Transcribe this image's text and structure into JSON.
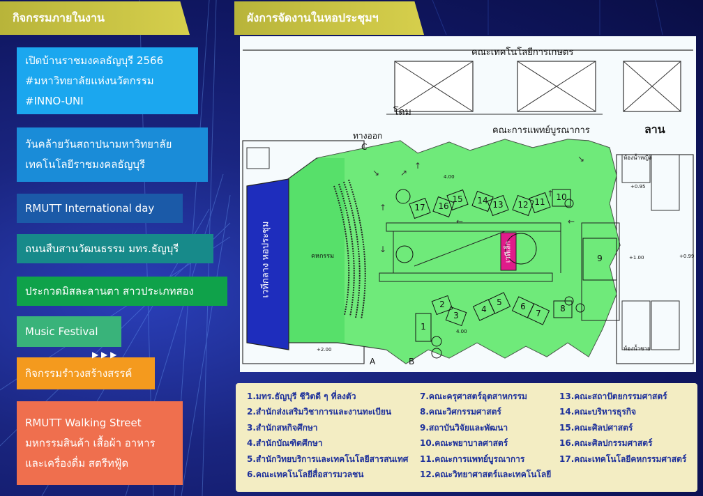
{
  "header": {
    "left_title": "กิจกรรมภายในงาน",
    "right_title": "ผังการจัดงานในหอประชุมฯ"
  },
  "activities": [
    {
      "lines": [
        "เปิดบ้านราชมงคลธัญบุรี 2566",
        "#มหาวิทยาลัยแห่งนวัตกรรม",
        "#INNO-UNI"
      ],
      "color": "#1ba7ef"
    },
    {
      "lines": [
        "วันคล้ายวันสถาปนามหาวิทยาลัย",
        "เทคโนโลยีราชมงคลธัญบุรี"
      ],
      "color": "#1a8cd8"
    },
    {
      "lines": [
        "RMUTT International day"
      ],
      "color": "#1b5aa8"
    },
    {
      "lines": [
        "ถนนสืบสานวัฒนธรรม มทร.ธัญบุรี"
      ],
      "color": "#178a8a"
    },
    {
      "lines": [
        "ประกวดมิสละลานตา สาวประเภทสอง"
      ],
      "color": "#0fa24a"
    },
    {
      "lines": [
        "Music Festival"
      ],
      "color": "#39b37a"
    },
    {
      "lines": [
        "กิจกรรมรำวงสร้างสรรค์"
      ],
      "color": "#f49a1e"
    },
    {
      "lines": [
        "RMUTT Walking Street",
        "มหกรรมสินค้า เสื้อผ้า อาหาร",
        "และเครื่องดื่ม สตรีทฟู้ด"
      ],
      "color": "#ef6f4e"
    }
  ],
  "map": {
    "building_top": "คณะเทคโนโลยีการเกษตร",
    "building_mid": "คณะการแพทย์บูรณาการ",
    "label_dome": "โดม",
    "label_lan": "ลาน",
    "label_exit": "ทางออก",
    "gate_c": "C",
    "gate_a": "A",
    "gate_b": "B",
    "stage_label": "เวทีกลาง หอประชุม",
    "hall_label": "คหกรรม",
    "center_stage": "เวทีเล็ก",
    "wc_labels": [
      "ห้องน้ำหญิง",
      "ห้องน้ำชาย"
    ],
    "booths": [
      "1",
      "2",
      "3",
      "4",
      "5",
      "6",
      "7",
      "8",
      "9",
      "10",
      "11",
      "12",
      "13",
      "14",
      "15",
      "16",
      "17"
    ],
    "dims": [
      "4.00",
      "4.00",
      "+2.00",
      "+1.00",
      "+0.95",
      "+0.99"
    ]
  },
  "legend": {
    "col1": [
      "1.มทร.ธัญบุรี ชีวิตดี ๆ ที่ลงตัว",
      "2.สำนักส่งเสริมวิชาการและงานทะเบียน",
      "3.สำนักสหกิจศึกษา",
      "4.สำนักบัณฑิตศึกษา",
      "5.สำนักวิทยบริการและเทคโนโลยีสารสนเทศ",
      "6.คณะเทคโนโลยีสื่อสารมวลชน"
    ],
    "col2": [
      "7.คณะครุศาสตร์อุตสาหกรรม",
      "8.คณะวิศกรรมศาสตร์",
      "9.สถาบันวิจัยและพัฒนา",
      "10.คณะพยาบาลศาสตร์",
      "11.คณะการแพทย์บูรณาการ",
      "12.คณะวิทยาศาสตร์และเทคโนโลยี"
    ],
    "col3": [
      "13.คณะสถาปัตยกรรมศาสตร์",
      "14.คณะบริหารธุรกิจ",
      "15.คณะศิลปศาสตร์",
      "16.คณะศิลปกรรมศาสตร์",
      "17.คณะเทคโนโลยีคหกรรมศาสตร์"
    ]
  }
}
